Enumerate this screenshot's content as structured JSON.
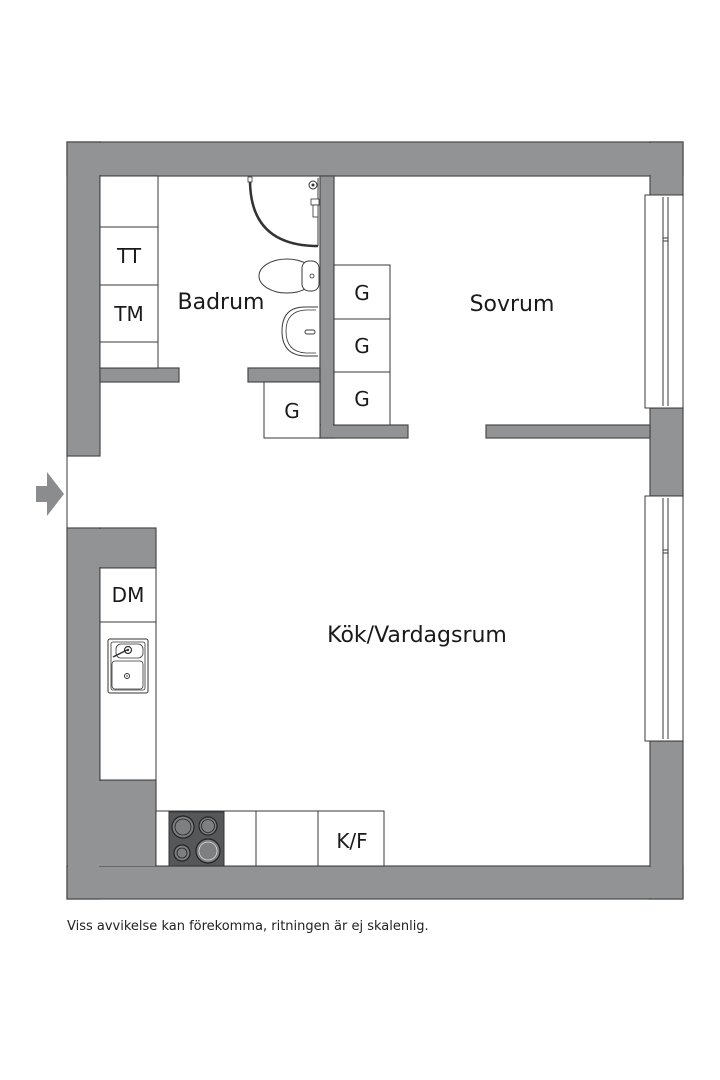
{
  "floorplan": {
    "rooms": {
      "badrum": "Badrum",
      "sovrum": "Sovrum",
      "kok_vardagsrum": "Kök/Vardagsrum"
    },
    "cabinets": {
      "tt": "TT",
      "tm": "TM",
      "g_bath_hall": "G",
      "g_bed_1": "G",
      "g_bed_2": "G",
      "g_bed_3": "G",
      "dm": "DM",
      "kf": "K/F"
    },
    "icons": [
      "entrance-arrow-icon",
      "shower-icon",
      "toilet-icon",
      "washbasin-icon",
      "sink-icon",
      "stove-icon",
      "window-icon"
    ],
    "colors": {
      "wall": "#919394",
      "stove": "#555759",
      "line": "#3a3a3a"
    }
  },
  "footer": {
    "disclaimer": "Viss avvikelse kan förekomma, ritningen är ej skalenlig."
  }
}
